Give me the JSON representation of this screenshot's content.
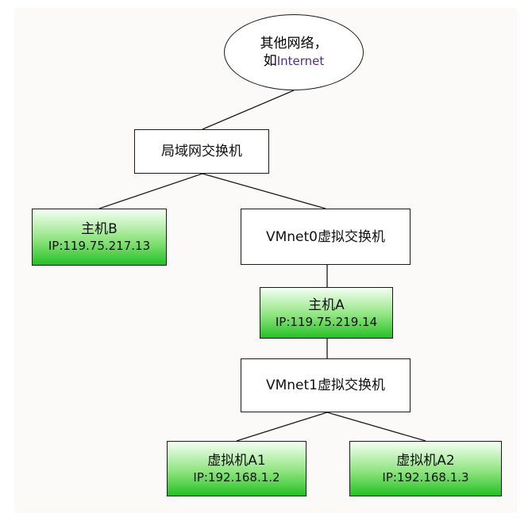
{
  "cloud": {
    "line1": "其他网络，",
    "line2_prefix": "如",
    "line2_word": "Internet"
  },
  "lan_switch": {
    "label": "局域网交换机"
  },
  "host_b": {
    "name": "主机B",
    "ip": "IP:119.75.217.13"
  },
  "vmnet0": {
    "label": "VMnet0虚拟交换机"
  },
  "host_a": {
    "name": "主机A",
    "ip": "IP:119.75.219.14"
  },
  "vmnet1": {
    "label": "VMnet1虚拟交换机"
  },
  "vm_a1": {
    "name": "虚拟机A1",
    "ip": "IP:192.168.1.2"
  },
  "vm_a2": {
    "name": "虚拟机A2",
    "ip": "IP:192.168.1.3"
  },
  "colors": {
    "node_fill_green": "#25c025",
    "node_fill_white": "#ffffff",
    "link": "#1a1a1a",
    "internet_text": "#5a2a8a"
  }
}
